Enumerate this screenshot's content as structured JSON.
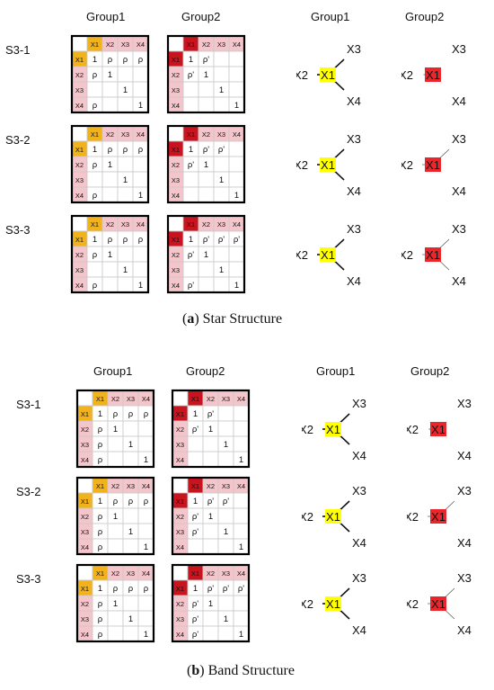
{
  "headers": {
    "group1": "Group1",
    "group2": "Group2"
  },
  "panels": [
    {
      "caption_label": "a",
      "caption_text": " Star Structure",
      "rows": [
        {
          "label": "S3-1",
          "g1": [
            [
              "",
              "X1",
              "X2",
              "X3",
              "X4"
            ],
            [
              "X1",
              "1",
              "ρ",
              "ρ",
              "ρ"
            ],
            [
              "X2",
              "ρ",
              "1",
              "",
              ""
            ],
            [
              "X3",
              "",
              "",
              "1",
              ""
            ],
            [
              "X4",
              "ρ",
              "",
              "",
              "1"
            ]
          ],
          "g2": [
            [
              "",
              "X1",
              "X2",
              "X3",
              "X4"
            ],
            [
              "X1",
              "1",
              "ρ'",
              "",
              ""
            ],
            [
              "X2",
              "ρ'",
              "1",
              "",
              ""
            ],
            [
              "X3",
              "",
              "",
              "1",
              ""
            ],
            [
              "X4",
              "",
              "",
              "",
              "1"
            ]
          ],
          "graph1": {
            "center": "X1",
            "nodes": [
              "X2",
              "X3",
              "X4"
            ],
            "edges": [
              "solid",
              "solid",
              "solid"
            ]
          },
          "graph2": {
            "center": "X1",
            "nodes": [
              "X2",
              "X3",
              "X4"
            ],
            "edges": [
              "dotted",
              "none",
              "none"
            ]
          }
        },
        {
          "label": "S3-2",
          "g1": [
            [
              "",
              "X1",
              "X2",
              "X3",
              "X4"
            ],
            [
              "X1",
              "1",
              "ρ",
              "ρ",
              "ρ"
            ],
            [
              "X2",
              "ρ",
              "1",
              "",
              ""
            ],
            [
              "X3",
              "",
              "",
              "1",
              ""
            ],
            [
              "X4",
              "ρ",
              "",
              "",
              "1"
            ]
          ],
          "g2": [
            [
              "",
              "X1",
              "X2",
              "X3",
              "X4"
            ],
            [
              "X1",
              "1",
              "ρ'",
              "ρ'",
              ""
            ],
            [
              "X2",
              "ρ'",
              "1",
              "",
              ""
            ],
            [
              "X3",
              "",
              "",
              "1",
              ""
            ],
            [
              "X4",
              "",
              "",
              "",
              "1"
            ]
          ],
          "graph1": {
            "center": "X1",
            "nodes": [
              "X2",
              "X3",
              "X4"
            ],
            "edges": [
              "solid",
              "solid",
              "solid"
            ]
          },
          "graph2": {
            "center": "X1",
            "nodes": [
              "X2",
              "X3",
              "X4"
            ],
            "edges": [
              "thin",
              "thin",
              "none"
            ]
          }
        },
        {
          "label": "S3-3",
          "g1": [
            [
              "",
              "X1",
              "X2",
              "X3",
              "X4"
            ],
            [
              "X1",
              "1",
              "ρ",
              "ρ",
              "ρ"
            ],
            [
              "X2",
              "ρ",
              "1",
              "",
              ""
            ],
            [
              "X3",
              "",
              "",
              "1",
              ""
            ],
            [
              "X4",
              "ρ",
              "",
              "",
              "1"
            ]
          ],
          "g2": [
            [
              "",
              "X1",
              "X2",
              "X3",
              "X4"
            ],
            [
              "X1",
              "1",
              "ρ'",
              "ρ'",
              "ρ'"
            ],
            [
              "X2",
              "ρ'",
              "1",
              "",
              ""
            ],
            [
              "X3",
              "",
              "",
              "1",
              ""
            ],
            [
              "X4",
              "ρ'",
              "",
              "",
              "1"
            ]
          ],
          "graph1": {
            "center": "X1",
            "nodes": [
              "X2",
              "X3",
              "X4"
            ],
            "edges": [
              "solid",
              "solid",
              "solid"
            ]
          },
          "graph2": {
            "center": "X1",
            "nodes": [
              "X2",
              "X3",
              "X4"
            ],
            "edges": [
              "thin",
              "thin",
              "thin"
            ]
          }
        }
      ]
    },
    {
      "caption_label": "b",
      "caption_text": " Band Structure",
      "rows": [
        {
          "label": "S3-1",
          "g1": [
            [
              "",
              "X1",
              "X2",
              "X3",
              "X4"
            ],
            [
              "X1",
              "1",
              "ρ",
              "ρ",
              "ρ"
            ],
            [
              "X2",
              "ρ",
              "1",
              "",
              ""
            ],
            [
              "X3",
              "ρ",
              "",
              "1",
              ""
            ],
            [
              "X4",
              "ρ",
              "",
              "",
              "1"
            ]
          ],
          "g2": [
            [
              "",
              "X1",
              "X2",
              "X3",
              "X4"
            ],
            [
              "X1",
              "1",
              "ρ'",
              "",
              ""
            ],
            [
              "X2",
              "ρ'",
              "1",
              "",
              ""
            ],
            [
              "X3",
              "",
              "",
              "1",
              ""
            ],
            [
              "X4",
              "",
              "",
              "",
              "1"
            ]
          ],
          "graph1": {
            "center": "X1",
            "nodes": [
              "X2",
              "X3",
              "X4"
            ],
            "edges": [
              "solid",
              "solid",
              "solid"
            ]
          },
          "graph2": {
            "center": "X1",
            "nodes": [
              "X2",
              "X3",
              "X4"
            ],
            "edges": [
              "dotted",
              "none",
              "none"
            ]
          }
        },
        {
          "label": "S3-2",
          "g1": [
            [
              "",
              "X1",
              "X2",
              "X3",
              "X4"
            ],
            [
              "X1",
              "1",
              "ρ",
              "ρ",
              "ρ"
            ],
            [
              "X2",
              "ρ",
              "1",
              "",
              ""
            ],
            [
              "X3",
              "ρ",
              "",
              "1",
              ""
            ],
            [
              "X4",
              "ρ",
              "",
              "",
              "1"
            ]
          ],
          "g2": [
            [
              "",
              "X1",
              "X2",
              "X3",
              "X4"
            ],
            [
              "X1",
              "1",
              "ρ'",
              "ρ'",
              ""
            ],
            [
              "X2",
              "ρ'",
              "1",
              "",
              ""
            ],
            [
              "X3",
              "ρ'",
              "",
              "1",
              ""
            ],
            [
              "X4",
              "",
              "",
              "",
              "1"
            ]
          ],
          "graph1": {
            "center": "X1",
            "nodes": [
              "X2",
              "X3",
              "X4"
            ],
            "edges": [
              "solid",
              "solid",
              "solid"
            ]
          },
          "graph2": {
            "center": "X1",
            "nodes": [
              "X2",
              "X3",
              "X4"
            ],
            "edges": [
              "thin",
              "thin",
              "none"
            ]
          }
        },
        {
          "label": "S3-3",
          "g1": [
            [
              "",
              "X1",
              "X2",
              "X3",
              "X4"
            ],
            [
              "X1",
              "1",
              "ρ",
              "ρ",
              "ρ"
            ],
            [
              "X2",
              "ρ",
              "1",
              "",
              ""
            ],
            [
              "X3",
              "ρ",
              "",
              "1",
              ""
            ],
            [
              "X4",
              "ρ",
              "",
              "",
              "1"
            ]
          ],
          "g2": [
            [
              "",
              "X1",
              "X2",
              "X3",
              "X4"
            ],
            [
              "X1",
              "1",
              "ρ'",
              "ρ'",
              "ρ'"
            ],
            [
              "X2",
              "ρ'",
              "1",
              "",
              ""
            ],
            [
              "X3",
              "ρ'",
              "",
              "1",
              ""
            ],
            [
              "X4",
              "ρ'",
              "",
              "",
              "1"
            ]
          ],
          "graph1": {
            "center": "X1",
            "nodes": [
              "X2",
              "X3",
              "X4"
            ],
            "edges": [
              "solid",
              "solid",
              "solid"
            ]
          },
          "graph2": {
            "center": "X1",
            "nodes": [
              "X2",
              "X3",
              "X4"
            ],
            "edges": [
              "thin",
              "thin",
              "thin"
            ]
          }
        }
      ]
    }
  ],
  "colors": {
    "g1_accent": "#f2b21c",
    "g2_accent": "#c8141e",
    "pink": "#f4c6cc",
    "g1_node": "#ffff00",
    "g2_node": "#e8262b"
  }
}
